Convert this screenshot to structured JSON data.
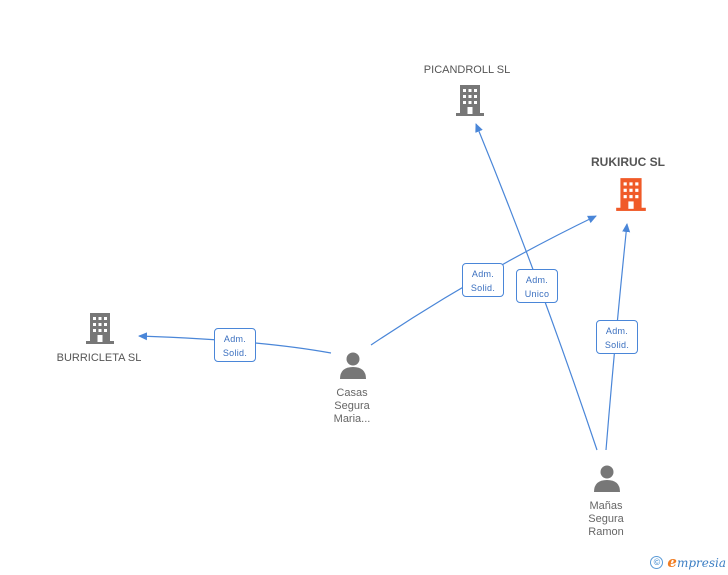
{
  "nodes": {
    "picandroll": {
      "label": "PICANDROLL SL",
      "color": "#777777"
    },
    "rukiruc": {
      "label": "RUKIRUC SL",
      "color": "#f05a28"
    },
    "burricleta": {
      "label": "BURRICLETA SL",
      "color": "#777777"
    },
    "casas": {
      "line1": "Casas",
      "line2": "Segura",
      "line3": "Maria..."
    },
    "manas": {
      "line1": "Mañas",
      "line2": "Segura",
      "line3": "Ramon"
    }
  },
  "edges": {
    "casas_rukiruc": {
      "line1": "Adm.",
      "line2": "Solid."
    },
    "manas_picandroll": {
      "line1": "Adm.",
      "line2": "Unico"
    },
    "casas_burricleta": {
      "line1": "Adm.",
      "line2": "Solid."
    },
    "manas_rukiruc": {
      "line1": "Adm.",
      "line2": "Solid."
    }
  },
  "colors": {
    "edge": "#4a86d8",
    "person": "#777777"
  },
  "footer": {
    "copyright": "©",
    "brand_initial": "e",
    "brand_rest": "mpresia"
  }
}
